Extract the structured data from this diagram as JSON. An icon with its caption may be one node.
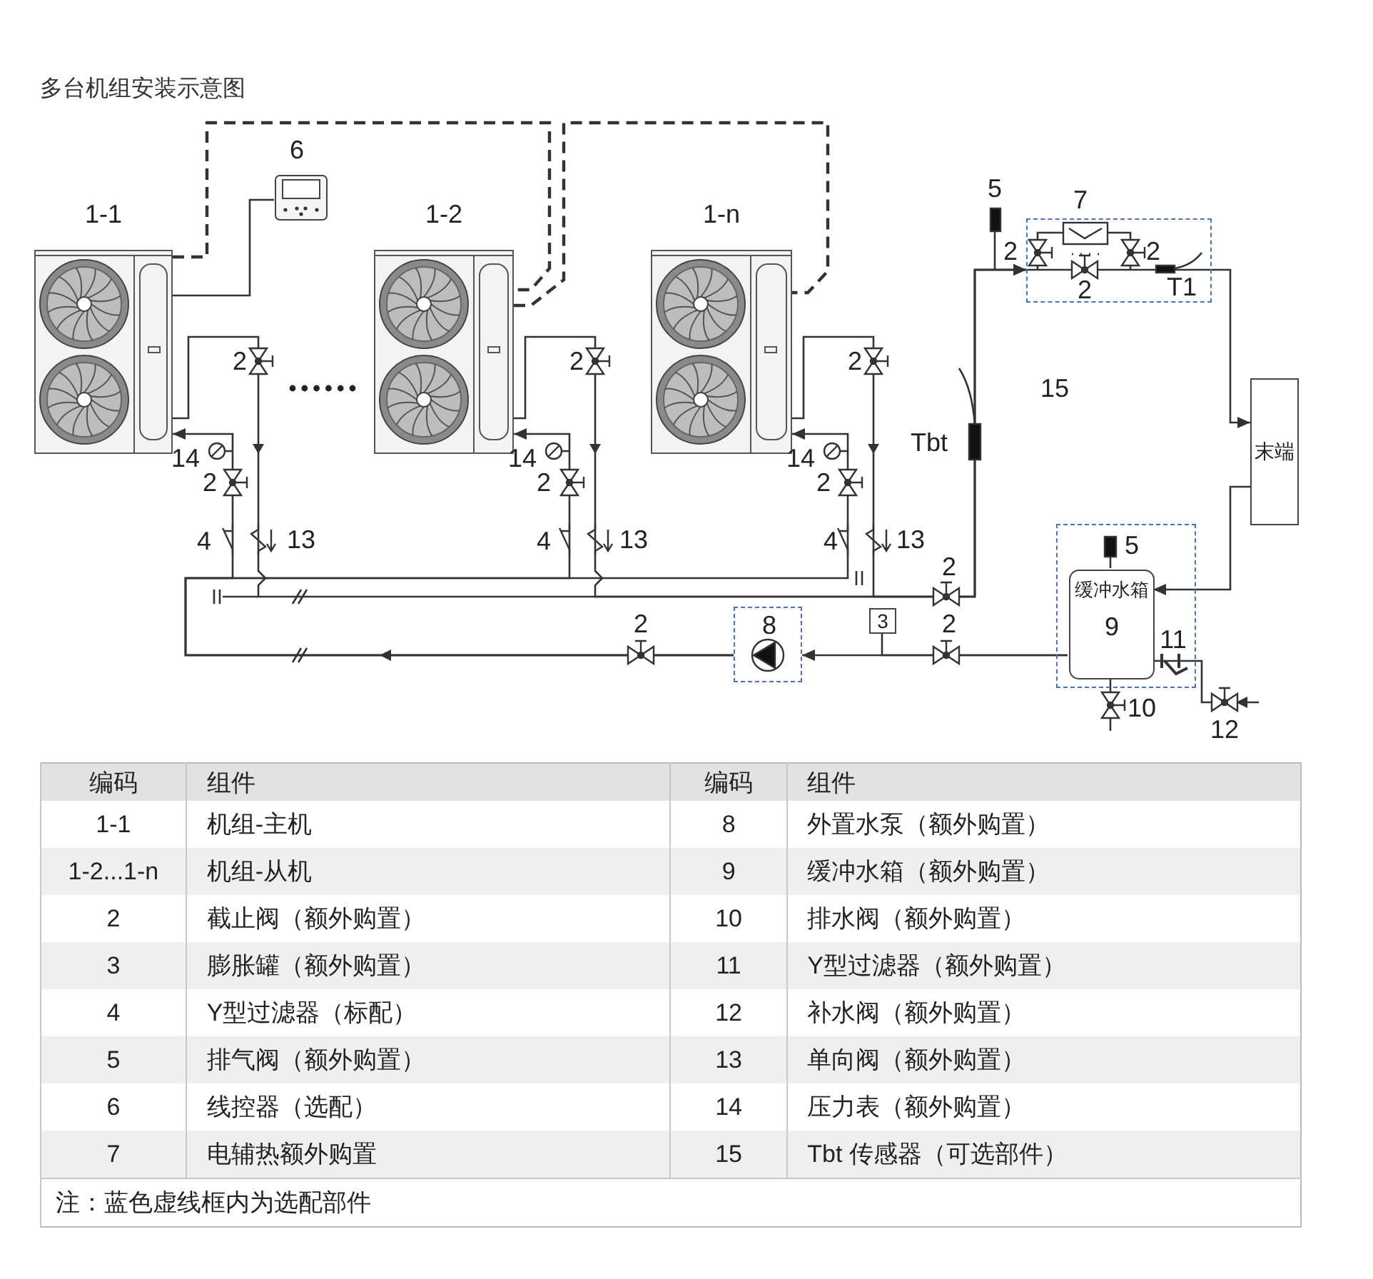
{
  "diagram": {
    "title": "多台机组安装示意图",
    "nodes": [
      {
        "text": [
          "1-1"
        ]
      },
      {
        "text": [
          "1-2"
        ]
      },
      {
        "text": [
          "1-n"
        ]
      },
      {
        "text": [
          "6"
        ]
      },
      {
        "text": [
          "7"
        ]
      },
      {
        "text": [
          "末端"
        ]
      },
      {
        "text": [
          "8"
        ]
      },
      {
        "text": [
          "3"
        ]
      },
      {
        "text": [],
        "shape": "box"
      },
      {
        "text": [
          "缓冲水箱",
          "9"
        ],
        "in": 8
      }
    ],
    "edges": [
      {
        "from": 3,
        "to": 0,
        "arrow": "none"
      },
      {
        "from": 0,
        "to": 1,
        "arrow": "none",
        "style": "dashed"
      },
      {
        "from": 1,
        "to": 2,
        "arrow": "none",
        "style": "dashed"
      },
      {
        "from": 4,
        "to": 5,
        "arrow": "to"
      },
      {
        "from": 5,
        "to": 9,
        "arrow": "to"
      },
      {
        "from": 9,
        "to": 6,
        "arrow": "to"
      },
      {
        "from": 0,
        "to": 4,
        "arrow": "to"
      },
      {
        "from": 1,
        "to": 4,
        "arrow": "to"
      },
      {
        "from": 2,
        "to": 4,
        "arrow": "to"
      },
      {
        "from": 6,
        "to": 0,
        "arrow": "to"
      },
      {
        "from": 6,
        "to": 1,
        "arrow": "to"
      },
      {
        "from": 6,
        "to": 2,
        "arrow": "to"
      },
      {
        "from": 9,
        "to": 7,
        "arrow": "none"
      }
    ],
    "labels": [
      "5",
      "2",
      "2",
      "2",
      "T1",
      "2",
      "2",
      "2",
      "15",
      "Tbt",
      "14",
      "14",
      "14",
      "2",
      "2",
      "2",
      "4",
      "13",
      "4",
      "13",
      "4",
      "13",
      "5",
      "2",
      "2",
      "2",
      "11",
      "10",
      "12",
      "编码",
      "组件",
      "编码",
      "组件",
      "1-1",
      "机组-主机",
      "8",
      "外置水泵（额外购置）",
      "1-2...1-n",
      "机组-从机",
      "9",
      "缓冲水箱（额外购置）",
      "2",
      "截止阀（额外购置）",
      "10",
      "排水阀（额外购置）",
      "3",
      "膨胀罐（额外购置）",
      "11",
      "Y型过滤器（额外购置）",
      "4",
      "Y型过滤器（标配）",
      "12",
      "补水阀（额外购置）",
      "5",
      "排气阀（额外购置）",
      "13",
      "单向阀（额外购置）",
      "6",
      "线控器（选配）",
      "14",
      "压力表（额外购置）",
      "7",
      "电辅热额外购置",
      "15",
      "Tbt 传感器（可选部件）",
      "注：蓝色虚线框内为选配部件"
    ]
  }
}
